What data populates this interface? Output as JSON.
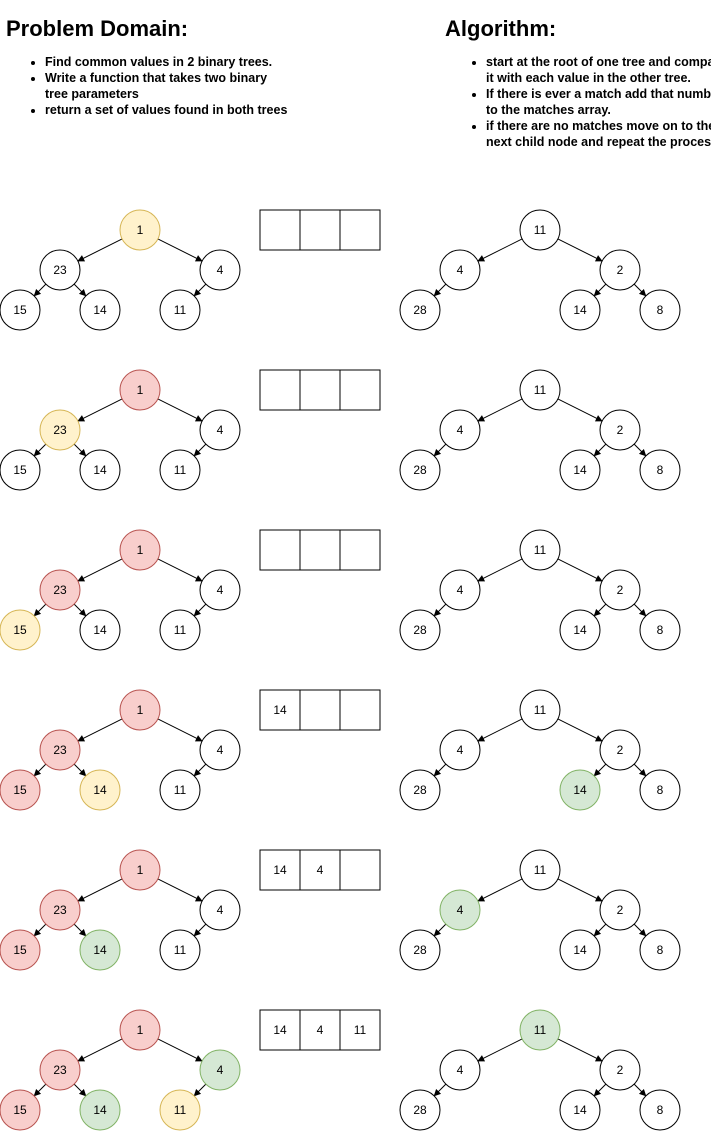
{
  "problem_domain": {
    "title": "Problem Domain:",
    "bullets": [
      "Find common values in 2 binary trees.",
      "Write a function that takes two binary tree parameters",
      "return a set of values found in both trees"
    ]
  },
  "algorithm": {
    "title": "Algorithm:",
    "bullets": [
      "start at the root of one tree and compare it with each value in the other tree.",
      "If there is ever a match add that number to the matches array.",
      "if there are no matches move on to the next child node and repeat the process."
    ]
  },
  "colors": {
    "current": "#fff2cc",
    "current_stroke": "#d6b656",
    "visited": "#f8cecc",
    "visited_stroke": "#b85450",
    "match": "#d5e8d4",
    "match_stroke": "#82b366",
    "default": "#ffffff",
    "default_stroke": "#000000"
  },
  "tree_a": {
    "values": [
      "1",
      "23",
      "4",
      "15",
      "14",
      "11"
    ]
  },
  "tree_b": {
    "values": [
      "11",
      "4",
      "2",
      "28",
      "14",
      "8"
    ]
  },
  "steps": [
    {
      "tree_a_states": [
        "current",
        "default",
        "default",
        "default",
        "default",
        "default"
      ],
      "tree_b_states": [
        "default",
        "default",
        "default",
        "default",
        "default",
        "default"
      ],
      "matches": [
        "",
        "",
        ""
      ]
    },
    {
      "tree_a_states": [
        "visited",
        "current",
        "default",
        "default",
        "default",
        "default"
      ],
      "tree_b_states": [
        "default",
        "default",
        "default",
        "default",
        "default",
        "default"
      ],
      "matches": [
        "",
        "",
        ""
      ]
    },
    {
      "tree_a_states": [
        "visited",
        "visited",
        "default",
        "current",
        "default",
        "default"
      ],
      "tree_b_states": [
        "default",
        "default",
        "default",
        "default",
        "default",
        "default"
      ],
      "matches": [
        "",
        "",
        ""
      ]
    },
    {
      "tree_a_states": [
        "visited",
        "visited",
        "default",
        "visited",
        "current",
        "default"
      ],
      "tree_b_states": [
        "default",
        "default",
        "default",
        "default",
        "match",
        "default"
      ],
      "matches": [
        "14",
        "",
        ""
      ]
    },
    {
      "tree_a_states": [
        "visited",
        "visited",
        "default",
        "visited",
        "match",
        "default"
      ],
      "tree_b_states": [
        "default",
        "match",
        "default",
        "default",
        "default",
        "default"
      ],
      "matches": [
        "14",
        "4",
        ""
      ]
    },
    {
      "tree_a_states": [
        "visited",
        "visited",
        "match",
        "visited",
        "match",
        "current"
      ],
      "tree_b_states": [
        "match",
        "default",
        "default",
        "default",
        "default",
        "default"
      ],
      "matches": [
        "14",
        "4",
        "11"
      ]
    }
  ]
}
